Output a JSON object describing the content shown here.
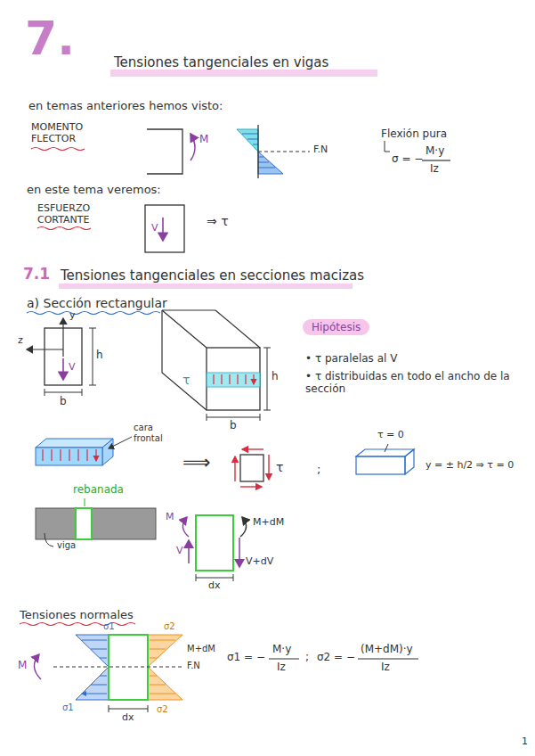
{
  "diagram": {
    "title": "Tensiones tangenciales en vigas",
    "nodes": [
      {
        "text": [
          "Hipótesis"
        ]
      }
    ],
    "labels": [
      "7.",
      "en temas anteriores hemos visto:",
      "MOMENTO FLECTOR",
      "M",
      "F.N",
      "Flexión pura",
      "σ = −",
      "M·y",
      "Iz",
      "en este tema veremos:",
      "ESFUERZO CORTANTE",
      "V",
      "⇒ τ",
      "7.1",
      "Tensiones tangenciales en secciones macizas",
      "a) Sección rectangular",
      "y",
      "z",
      "V",
      "h",
      "b",
      "τ",
      "h",
      "b",
      "• τ paralelas al V",
      "• τ distribuidas en todo el ancho de la sección",
      "cara frontal",
      "⟹",
      "τ",
      ";",
      "τ = 0",
      "y = ± h/2 ⇒ τ = 0",
      "rebanada",
      "viga",
      "M",
      "V",
      "M+dM",
      "V+dV",
      "dx",
      "Tensiones normales",
      "M",
      "σ1",
      "σ1",
      "σ2",
      "σ2",
      "M+dM",
      "F.N",
      "dx",
      "σ1 = −",
      "M·y",
      "Iz",
      ";",
      "σ2 = −",
      "(M+dM)·y",
      "Iz",
      "1"
    ]
  }
}
